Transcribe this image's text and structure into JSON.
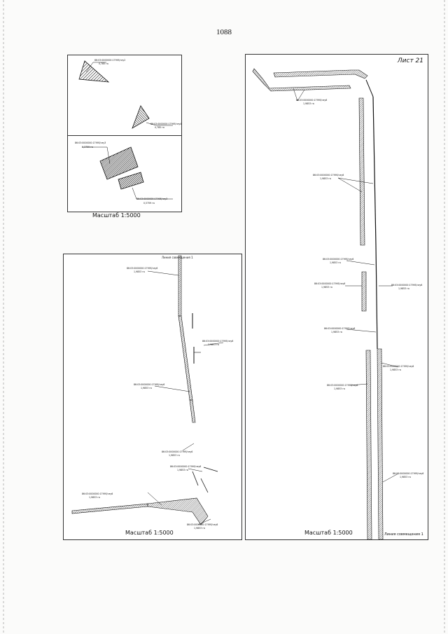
{
  "page_number": "1088",
  "panel_small_top": {
    "label_1_code": "86:03:0000000:17995/чзу2",
    "label_1_area": "0,785 га",
    "label_2_code": "86:03:0000000:17995/чзу4",
    "label_2_area": "0,785 га"
  },
  "panel_small_bottom": {
    "label_1_code": "86:03:0000000:17995/чзу3",
    "label_1_area": "0,3759 га",
    "label_2_code": "86:03:0000000:17995/чзу3",
    "label_2_area": "0,5759 га"
  },
  "scale_caption_small": "Масштаб 1:5000",
  "panel_left": {
    "top_caption": "Линия совмещения 1",
    "scale_caption": "Масштаб 1:5000",
    "labels": [
      {
        "code": "86:03:0000000:17995/чзу6",
        "area": "1,9853 га"
      },
      {
        "code": "86:03:0000000:17995/чзу6",
        "area": "1,9853 га"
      },
      {
        "code": "86:03:0000000:17995/чзу6",
        "area": "1,9853 га"
      },
      {
        "code": "86:03:0000000:17995/чзу6",
        "area": "1,9853 га"
      },
      {
        "code": "86:03:0000000:17995/чзу6",
        "area": "1,9853 га"
      },
      {
        "code": "86:03:0000000:17995/чзу6",
        "area": "1,9853 га"
      },
      {
        "code": "86:03:0000000:17995/чзу6",
        "area": "1,9853 га"
      }
    ]
  },
  "panel_right": {
    "sheet_label": "Лист 21",
    "scale_caption": "Масштаб 1:5000",
    "bottom_caption": "Линия совмещения 1",
    "labels": [
      {
        "code": "86:03:0000000:17995/чзу6",
        "area": "1,9853 га"
      },
      {
        "code": "86:03:0000000:17995/чзу6",
        "area": "1,9853 га"
      },
      {
        "code": "86:03:0000000:17995/чзу6",
        "area": "1,9853 га"
      },
      {
        "code": "86:03:0000000:17995/чзу6",
        "area": "1,9853 га"
      },
      {
        "code": "86:03:0000000:17995/чзу6",
        "area": "1,9853 га"
      },
      {
        "code": "86:03:0000000:17995/чзу6",
        "area": "1,9853 га"
      },
      {
        "code": "86:03:0000000:17995/чзу6",
        "area": "1,9853 га"
      },
      {
        "code": "86:03:0000000:17995/чзу6",
        "area": "1,9853 га"
      },
      {
        "code": "86:03:0000000:17995/чзу6",
        "area": "1,9853 га"
      }
    ]
  },
  "colors": {
    "ink": "#111111",
    "paper": "#ffffff",
    "hatch": "#222222"
  }
}
